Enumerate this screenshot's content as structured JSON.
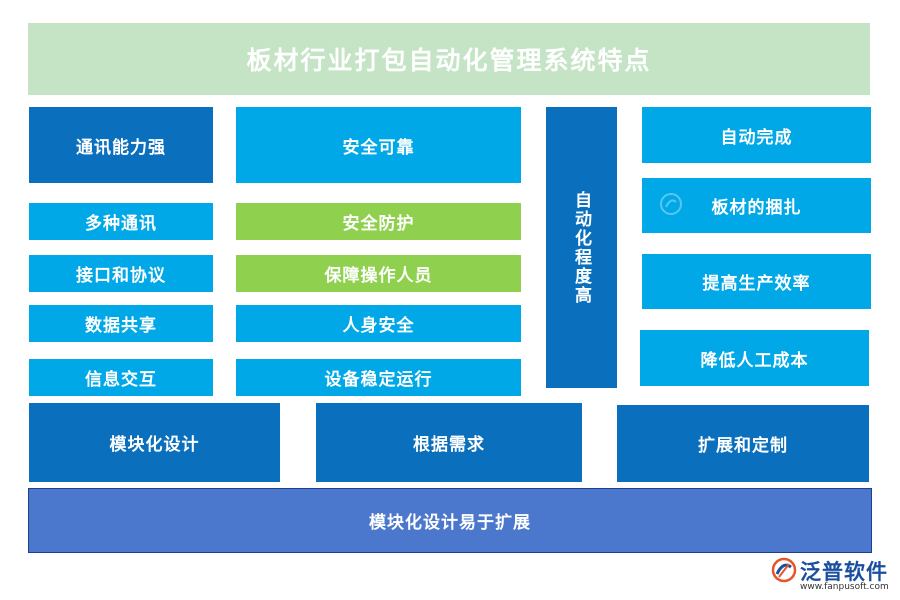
{
  "title": "板材行业打包自动化管理系统特点",
  "columns": {
    "communication": {
      "header": "通讯能力强",
      "items": [
        "多种通讯",
        "接口和协议",
        "数据共享",
        "信息交互"
      ]
    },
    "safety": {
      "header": "安全可靠",
      "items": [
        "安全防护",
        "保障操作人员",
        "人身安全",
        "设备稳定运行"
      ]
    },
    "automation": {
      "header": "自动化程度高",
      "items": [
        "自动完成",
        "板材的捆扎",
        "提高生产效率",
        "降低人工成本"
      ]
    }
  },
  "bottom_row": [
    "模块化设计",
    "根据需求",
    "扩展和定制"
  ],
  "footer": "模块化设计易于扩展",
  "logo": {
    "brand": "泛普软件",
    "url": "www.fanpusoft.com"
  },
  "colors": {
    "dark_blue": "#0a6fbd",
    "light_blue": "#00a8e8",
    "green": "#8fd14f",
    "title_bg": "#c5e4c6",
    "footer_bg": "#4b77cc"
  }
}
